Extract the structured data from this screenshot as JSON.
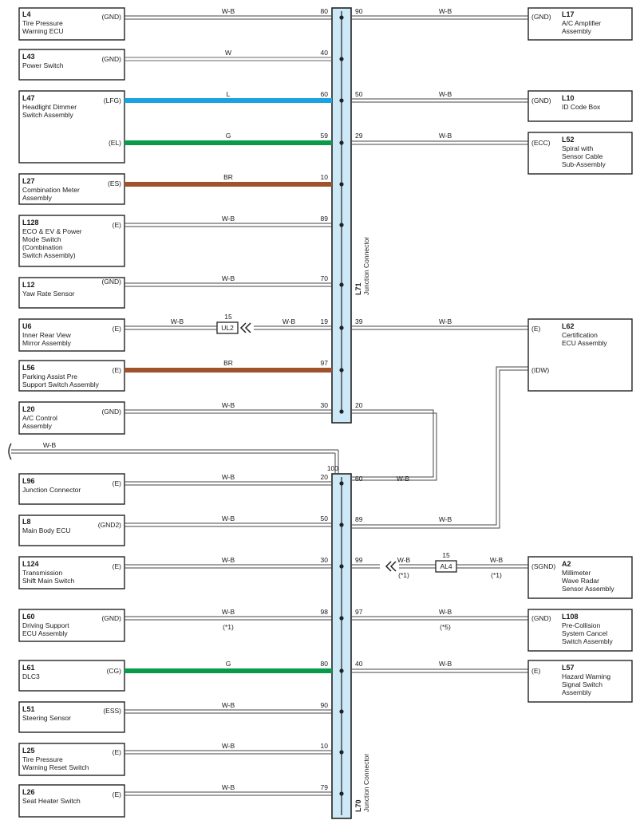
{
  "junctions": [
    {
      "id": "L71",
      "name": "Junction Connector"
    },
    {
      "id": "L70",
      "name": "Junction Connector"
    }
  ],
  "left_components": [
    {
      "id": "L4",
      "lines": [
        "Tire Pressure",
        "Warning ECU"
      ],
      "terminal": "(GND)"
    },
    {
      "id": "L43",
      "lines": [
        "Power Switch"
      ],
      "terminal": "(GND)"
    },
    {
      "id": "L47",
      "lines": [
        "Headlight Dimmer",
        "Switch Assembly"
      ],
      "terminal": "(LFG)",
      "terminal2": "(EL)"
    },
    {
      "id": "L27",
      "lines": [
        "Combination Meter",
        "Assembly"
      ],
      "terminal": "(ES)"
    },
    {
      "id": "L128",
      "lines": [
        "ECO & EV & Power",
        "Mode Switch",
        "(Combination",
        " Switch Assembly)"
      ],
      "terminal": "(E)"
    },
    {
      "id": "L12",
      "lines": [
        "Yaw Rate Sensor"
      ],
      "terminal": "(GND)"
    },
    {
      "id": "U6",
      "lines": [
        "Inner Rear View",
        "Mirror Assembly"
      ],
      "terminal": "(E)"
    },
    {
      "id": "L56",
      "lines": [
        "Parking Assist Pre",
        "Support Switch Assembly"
      ],
      "terminal": "(E)"
    },
    {
      "id": "L20",
      "lines": [
        "A/C Control",
        "Assembly"
      ],
      "terminal": "(GND)"
    },
    {
      "id": "L96",
      "lines": [
        "Junction Connector"
      ],
      "terminal": "(E)"
    },
    {
      "id": "L8",
      "lines": [
        "Main Body ECU"
      ],
      "terminal": "(GND2)"
    },
    {
      "id": "L124",
      "lines": [
        "Transmission",
        "Shift Main Switch"
      ],
      "terminal": "(E)"
    },
    {
      "id": "L60",
      "lines": [
        "Driving Support",
        "ECU Assembly"
      ],
      "terminal": "(GND)"
    },
    {
      "id": "L61",
      "lines": [
        "DLC3"
      ],
      "terminal": "(CG)"
    },
    {
      "id": "L51",
      "lines": [
        "Steering Sensor"
      ],
      "terminal": "(ESS)"
    },
    {
      "id": "L25",
      "lines": [
        "Tire Pressure",
        "Warning Reset Switch"
      ],
      "terminal": "(E)"
    },
    {
      "id": "L26",
      "lines": [
        "Seat Heater Switch"
      ],
      "terminal": "(E)"
    }
  ],
  "right_components": [
    {
      "id": "L17",
      "lines": [
        "A/C Amplifier",
        "Assembly"
      ],
      "terminal": "(GND)"
    },
    {
      "id": "L10",
      "lines": [
        "ID Code Box"
      ],
      "terminal": "(GND)"
    },
    {
      "id": "L52",
      "lines": [
        "Spiral with",
        "Sensor Cable",
        "Sub-Assembly"
      ],
      "terminal": "(ECC)"
    },
    {
      "id": "L62",
      "lines": [
        "Certification",
        "ECU Assembly"
      ],
      "terminal": "(E)",
      "terminal2": "(IDW)"
    },
    {
      "id": "A2",
      "lines": [
        "Millimeter",
        "Wave Radar",
        "Sensor Assembly"
      ],
      "terminal": "(SGND)"
    },
    {
      "id": "L108",
      "lines": [
        "Pre-Collision",
        "System Cancel",
        "Switch Assembly"
      ],
      "terminal": "(GND)"
    },
    {
      "id": "L57",
      "lines": [
        "Hazard Warning",
        "Signal Switch",
        "Assembly"
      ],
      "terminal": "(E)"
    }
  ],
  "left_wires": [
    {
      "color": "W-B",
      "pin": "80",
      "note": ""
    },
    {
      "color": "W",
      "pin": "40",
      "note": ""
    },
    {
      "color": "L",
      "pin": "60",
      "note": "",
      "hex": "#1aa3e0"
    },
    {
      "color": "G",
      "pin": "59",
      "note": "",
      "hex": "#0a9a4a"
    },
    {
      "color": "BR",
      "pin": "10",
      "note": "",
      "hex": "#a0522d"
    },
    {
      "color": "W-B",
      "pin": "89",
      "note": ""
    },
    {
      "color": "W-B",
      "pin": "70",
      "note": ""
    },
    {
      "color": "W-B",
      "pin": "19",
      "note": ""
    },
    {
      "color": "BR",
      "pin": "97",
      "note": "",
      "hex": "#a0522d"
    },
    {
      "color": "W-B",
      "pin": "30",
      "note": ""
    },
    {
      "color": "W-B",
      "pin": "20",
      "note": ""
    },
    {
      "color": "W-B",
      "pin": "50",
      "note": ""
    },
    {
      "color": "W-B",
      "pin": "30",
      "note": ""
    },
    {
      "color": "W-B",
      "pin": "98",
      "note": "(*1)"
    },
    {
      "color": "G",
      "pin": "80",
      "note": "",
      "hex": "#0a9a4a"
    },
    {
      "color": "W-B",
      "pin": "90",
      "note": ""
    },
    {
      "color": "W-B",
      "pin": "10",
      "note": ""
    },
    {
      "color": "W-B",
      "pin": "79",
      "note": ""
    }
  ],
  "right_wires": [
    {
      "color": "W-B",
      "pin": "90",
      "note": ""
    },
    {
      "color": "W-B",
      "pin": "50",
      "note": ""
    },
    {
      "color": "W-B",
      "pin": "29",
      "note": ""
    },
    {
      "color": "W-B",
      "pin": "39",
      "note": ""
    },
    {
      "color": "W-B",
      "pin": "97",
      "note": "(*5)"
    },
    {
      "color": "W-B",
      "pin": "40",
      "note": ""
    }
  ],
  "splices": [
    {
      "id": "UL2",
      "pin": "15",
      "wire_left": "W-B",
      "wire_right": "W-B"
    },
    {
      "id": "AL4",
      "pin": "15",
      "wire_left": "W-B",
      "wire_right": "W-B",
      "note_left": "(*1)",
      "note_right": "(*1)",
      "junction_pin": "99"
    }
  ],
  "cross_links": [
    {
      "from_pin": "20",
      "to_pin": "60",
      "color": "W-B"
    },
    {
      "from_pin": "89",
      "color": "W-B"
    }
  ],
  "top_feed": {
    "color": "W-B",
    "pin": "100"
  }
}
